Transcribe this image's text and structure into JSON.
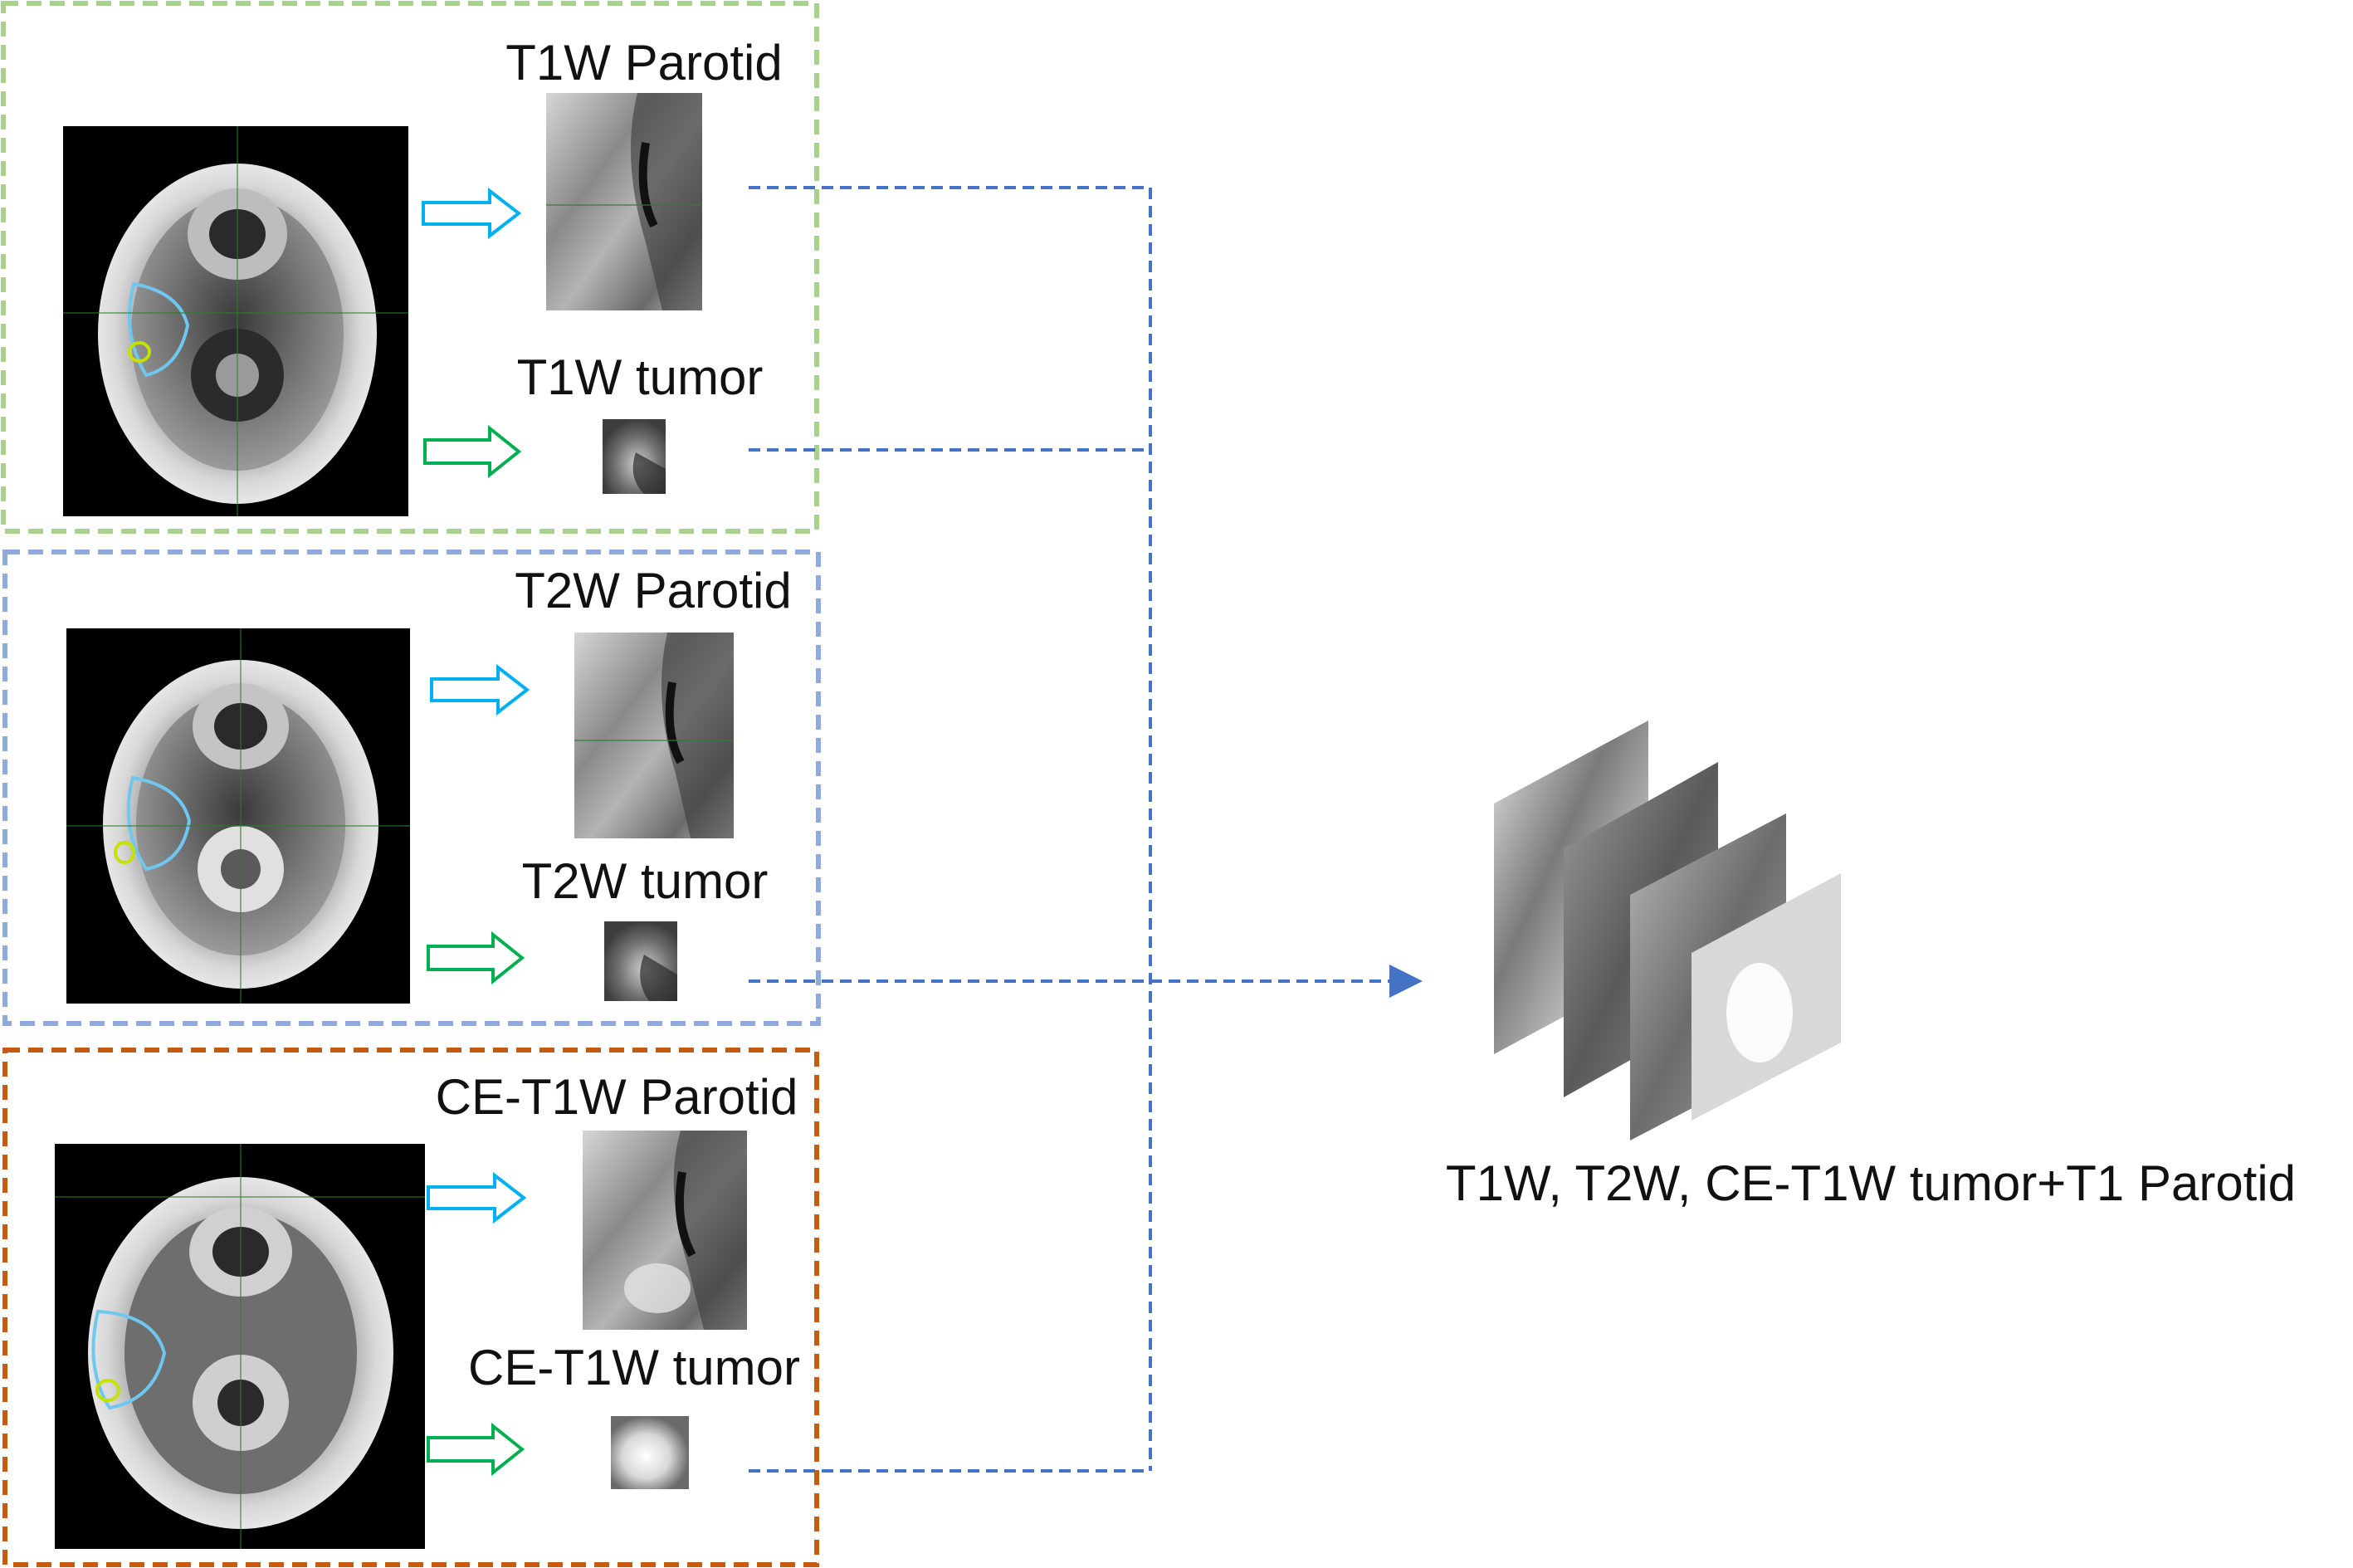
{
  "colors": {
    "t1_panel": "#a9d18e",
    "t2_panel": "#8faadc",
    "ce_panel": "#c55a11",
    "connector": "#4472c4",
    "arrow_parotid": "#00b0f0",
    "arrow_tumor": "#00b050",
    "contour_parotid": "#6fc7f0",
    "contour_tumor": "#c6e000"
  },
  "panels": [
    {
      "id": "t1w",
      "parotid_label": "T1W Parotid",
      "tumor_label": "T1W tumor",
      "scan_icon": "axial-mri-slice",
      "parotid_crop_icon": "parotid-crop",
      "tumor_crop_icon": "tumor-crop"
    },
    {
      "id": "t2w",
      "parotid_label": "T2W Parotid",
      "tumor_label": "T2W tumor",
      "scan_icon": "axial-mri-slice",
      "parotid_crop_icon": "parotid-crop",
      "tumor_crop_icon": "tumor-crop"
    },
    {
      "id": "ce-t1w",
      "parotid_label": "CE-T1W Parotid",
      "tumor_label": "CE-T1W tumor",
      "scan_icon": "axial-mri-slice",
      "parotid_crop_icon": "parotid-crop",
      "tumor_crop_icon": "tumor-crop"
    }
  ],
  "output": {
    "label": "T1W, T2W, CE-T1W tumor+T1 Parotid",
    "stack_icon": "stacked-image-channels"
  }
}
